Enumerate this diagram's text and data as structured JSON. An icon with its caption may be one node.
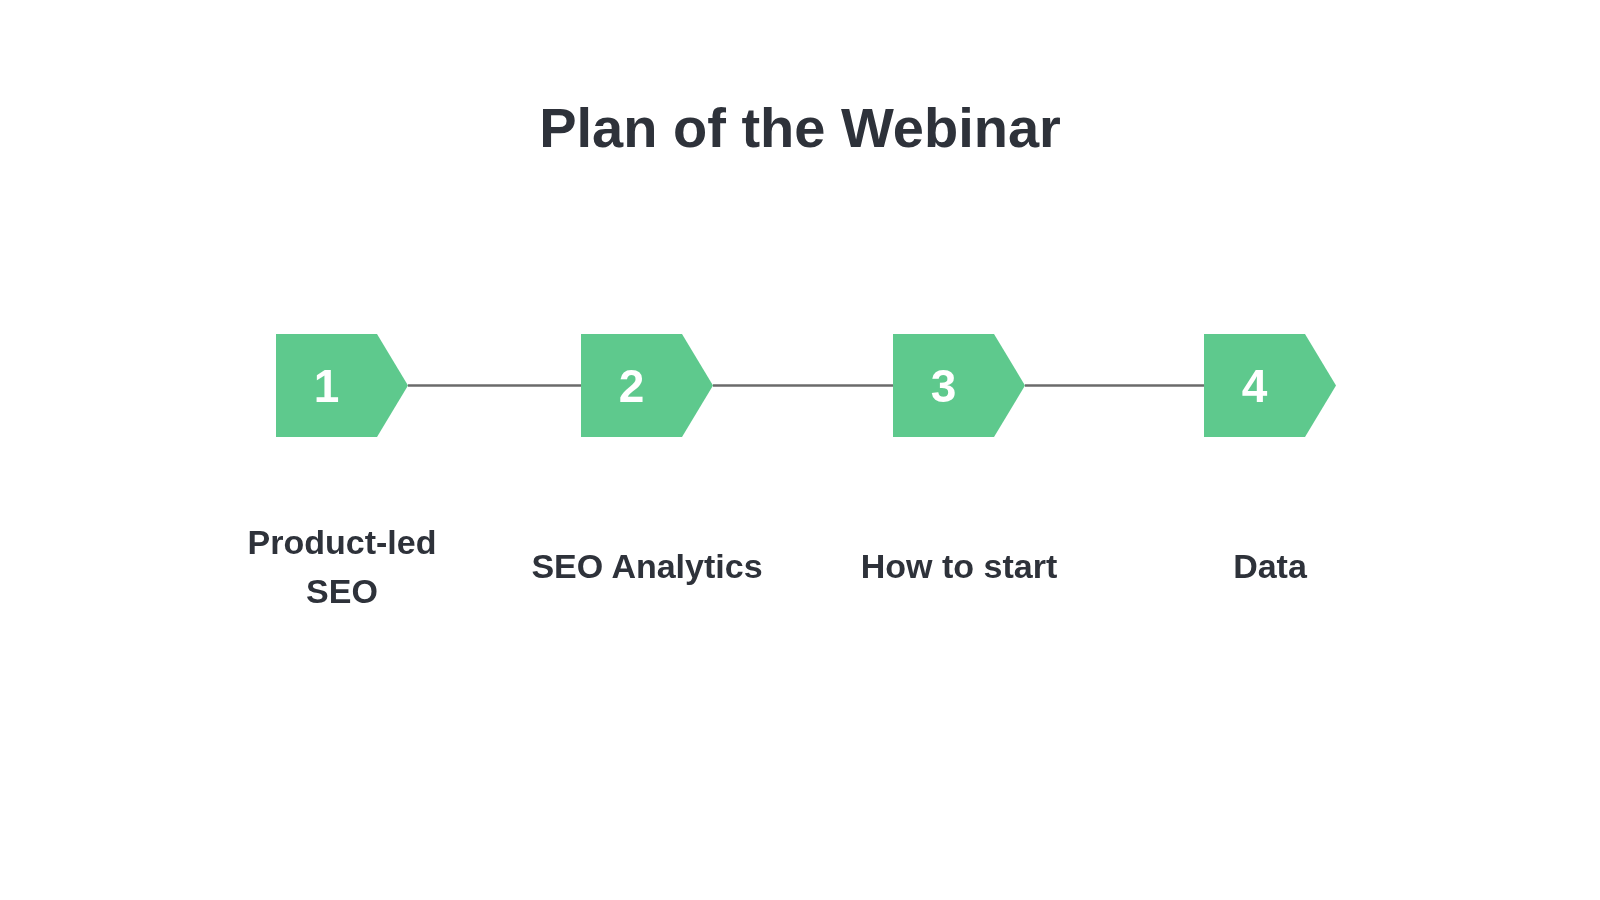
{
  "diagram": {
    "title": "Plan of the Webinar",
    "nodes": [
      {
        "text": [
          "1"
        ],
        "beside": [
          "Product-led SEO"
        ]
      },
      {
        "text": [
          "2"
        ],
        "beside": [
          "SEO Analytics"
        ]
      },
      {
        "text": [
          "3"
        ],
        "beside": [
          "How to start"
        ]
      },
      {
        "text": [
          "4"
        ],
        "beside": [
          "Data"
        ]
      }
    ],
    "edges": [
      {
        "from": 0,
        "to": 1,
        "arrow": "none"
      },
      {
        "from": 1,
        "to": 2,
        "arrow": "none"
      },
      {
        "from": 2,
        "to": 3,
        "arrow": "none"
      }
    ]
  }
}
